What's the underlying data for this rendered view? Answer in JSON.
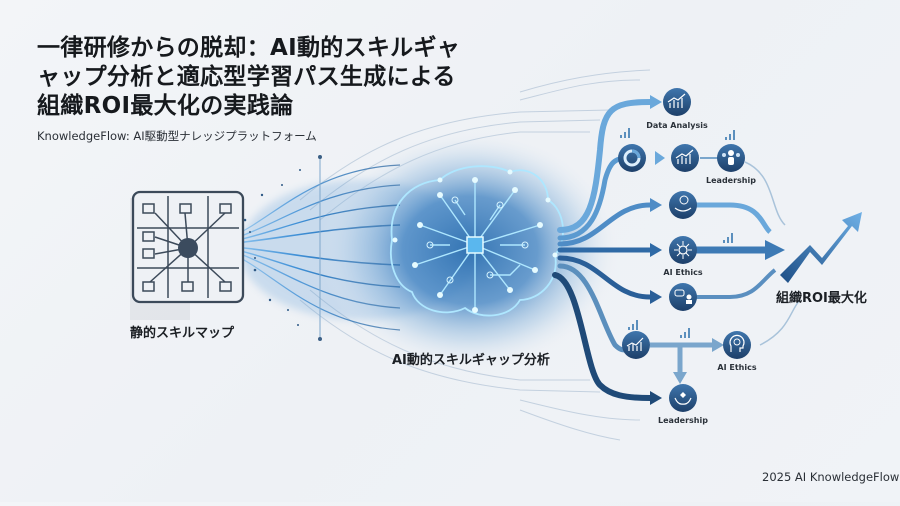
{
  "header": {
    "title_lines": [
      "一律研修からの脱却：AI動的スキルギャ",
      "ャップ分析と適応型学習パス生成による",
      "組織ROI最大化の実践論"
    ],
    "subtitle": "KnowledgeFlow: AI駆動型ナレッジプラットフォーム"
  },
  "diagram": {
    "static_map": {
      "label": "静的スキルマップ",
      "icon": "skill-grid-icon"
    },
    "ai_brain": {
      "label": "AI動的スキルギャップ分析",
      "icon": "circuit-brain-icon"
    },
    "outcome": {
      "label": "組織ROI最大化",
      "icon": "rising-arrow-icon"
    },
    "nodes": [
      {
        "id": "n1",
        "label": "Data Analysis",
        "icon": "bar-chart-icon"
      },
      {
        "id": "n2",
        "label": "",
        "icon": "pie-chart-icon"
      },
      {
        "id": "n3",
        "label": "",
        "icon": "bar-chart-icon"
      },
      {
        "id": "n4",
        "label": "Leadership",
        "icon": "people-icon"
      },
      {
        "id": "n5",
        "label": "",
        "icon": "hand-globe-icon"
      },
      {
        "id": "n6",
        "label": "AI Ethics",
        "icon": "gear-network-icon"
      },
      {
        "id": "n7",
        "label": "",
        "icon": "chat-person-icon"
      },
      {
        "id": "n8",
        "label": "",
        "icon": "line-chart-icon"
      },
      {
        "id": "n9",
        "label": "AI Ethics",
        "icon": "head-brain-icon"
      },
      {
        "id": "n10",
        "label": "Leadership",
        "icon": "hands-heart-icon"
      }
    ],
    "colors": {
      "dark_blue": "#1f4a78",
      "mid_blue": "#3d7ab5",
      "light_blue": "#6aa8db",
      "glow": "#9fe0ff"
    }
  },
  "footer": {
    "text": "2025 AI KnowledgeFlow"
  }
}
